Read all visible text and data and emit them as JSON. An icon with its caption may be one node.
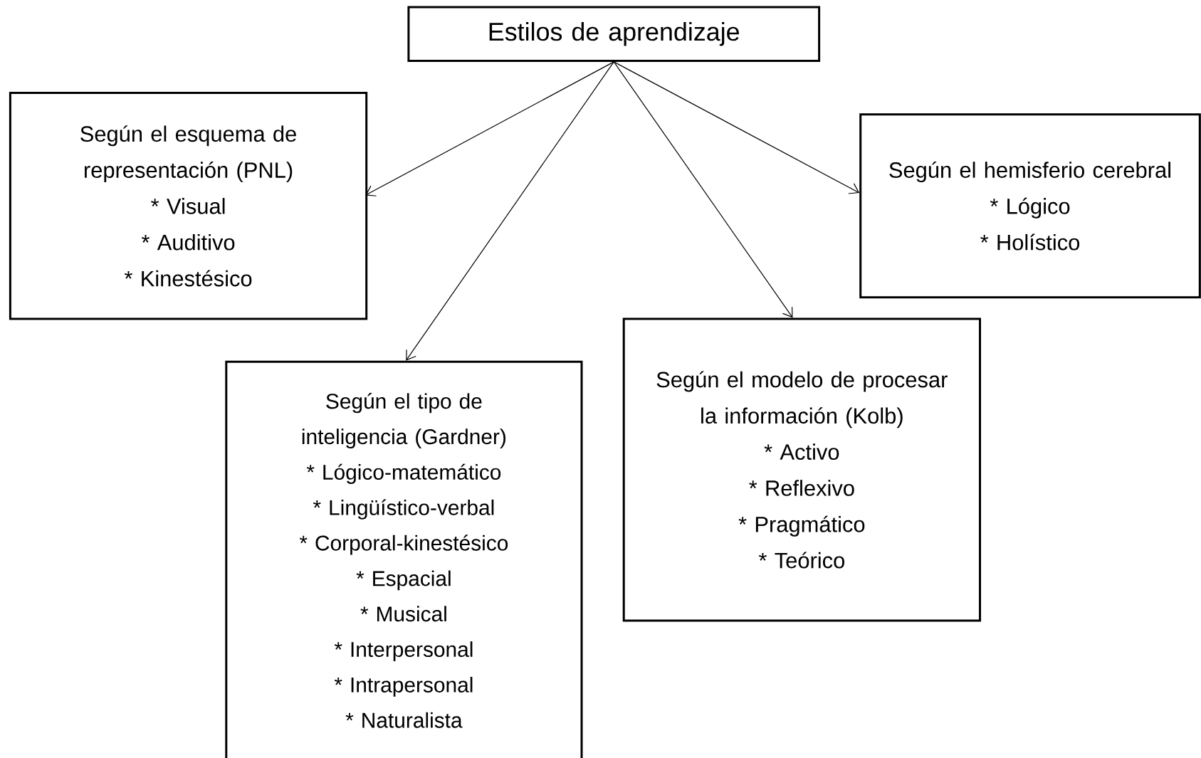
{
  "diagram": {
    "nodes": [
      {
        "text": [
          "Estilos de aprendizaje"
        ]
      },
      {
        "text": [
          "Según el esquema de representación (PNL)",
          "* Visual",
          "* Auditivo",
          "* Kinestésico"
        ]
      },
      {
        "text": [
          "Según el hemisferio cerebral",
          "* Lógico",
          "* Holístico"
        ]
      },
      {
        "text": [
          "Según el tipo de inteligencia (Gardner)",
          "* Lógico-matemático",
          "* Lingüístico-verbal",
          "* Corporal-kinestésico",
          "* Espacial",
          "* Musical",
          "* Interpersonal",
          "* Intrapersonal",
          "* Naturalista"
        ]
      },
      {
        "text": [
          "Según el modelo de procesar la información (Kolb)",
          "* Activo",
          "* Reflexivo",
          "* Pragmático",
          "* Teórico"
        ]
      }
    ],
    "edges": [
      {
        "from": 0,
        "to": 1,
        "arrow": "to"
      },
      {
        "from": 0,
        "to": 3,
        "arrow": "to"
      },
      {
        "from": 0,
        "to": 4,
        "arrow": "to"
      },
      {
        "from": 0,
        "to": 2,
        "arrow": "to"
      }
    ]
  }
}
